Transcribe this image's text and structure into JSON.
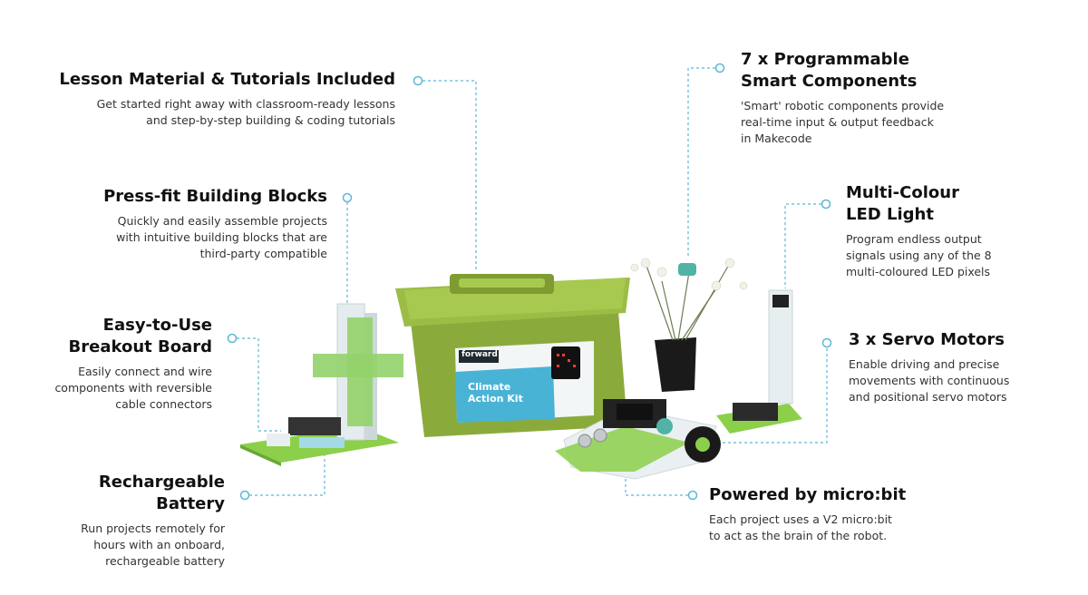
{
  "features": {
    "lesson": {
      "title": "Lesson Material & Tutorials Included",
      "desc": "Get started right away with classroom-ready lessons\nand step-by-step building & coding tutorials"
    },
    "blocks": {
      "title": "Press-fit Building Blocks",
      "desc": "Quickly and easily assemble projects\nwith intuitive building blocks that are\nthird-party compatible"
    },
    "breakout": {
      "title": "Easy-to-Use\nBreakout Board",
      "desc": "Easily connect and wire\ncomponents with reversible\ncable connectors"
    },
    "battery": {
      "title": "Rechargeable\nBattery",
      "desc": "Run projects remotely for\nhours with an onboard,\nrechargeable battery"
    },
    "smart": {
      "title": "7 x Programmable\nSmart Components",
      "desc": "'Smart' robotic components provide\nreal-time input & output feedback\nin Makecode"
    },
    "led": {
      "title": "Multi-Colour\nLED Light",
      "desc": "Program endless output\nsignals using any of the 8\nmulti-coloured LED pixels"
    },
    "servo": {
      "title": "3 x Servo Motors",
      "desc": "Enable driving and precise\nmovements with continuous\nand positional servo motors"
    },
    "microbit": {
      "title": "Powered by micro:bit",
      "desc": "Each project uses a V2 micro:bit\nto act as the brain of the robot."
    }
  },
  "kit": {
    "brand": "forward",
    "name": "Climate\nAction Kit"
  },
  "colors": {
    "callout_line": "#5bb8d8",
    "box_green": "#8aab3c",
    "box_green_dark": "#6e8c2a",
    "baseplate": "#8ccf4a",
    "block_white": "#e8eef0"
  }
}
